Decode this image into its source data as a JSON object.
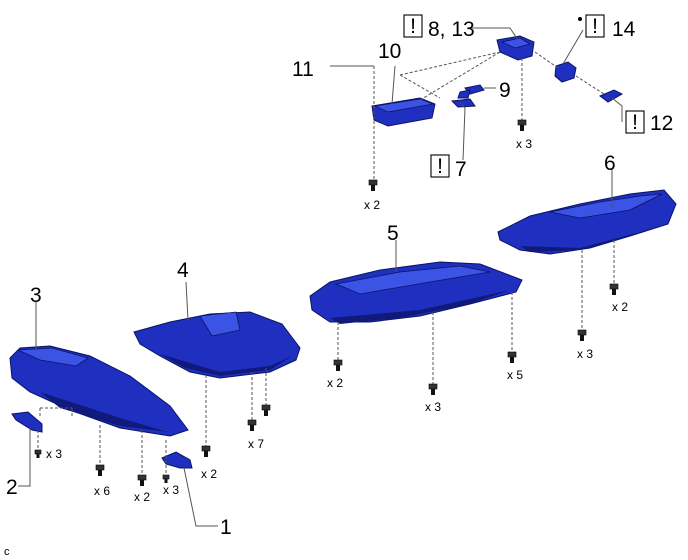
{
  "parts": {
    "p1": "1",
    "p2": "2",
    "p3": "3",
    "p4": "4",
    "p5": "5",
    "p6": "6",
    "p7": "7",
    "p8_13": "8, 13",
    "p9": "9",
    "p10": "10",
    "p11": "11",
    "p12": "12",
    "p14": "14"
  },
  "warning_mark": "!",
  "quantities": {
    "q_x3_a": "x 3",
    "q_x6": "x 6",
    "q_x2_a": "x 2",
    "q_x3_b": "x 3",
    "q_x2_b": "x 2",
    "q_x7": "x 7",
    "q_x2_c": "x 2",
    "q_x3_c": "x 3",
    "q_x5": "x 5",
    "q_x3_d": "x 3",
    "q_x2_d": "x 2",
    "q_x2_e": "x 2",
    "q_x3_e": "x 3"
  },
  "corner_label": "c",
  "colors": {
    "part_blue": "#1f2fbf",
    "part_highlight": "#3b54e6",
    "part_dark": "#0b1466"
  }
}
